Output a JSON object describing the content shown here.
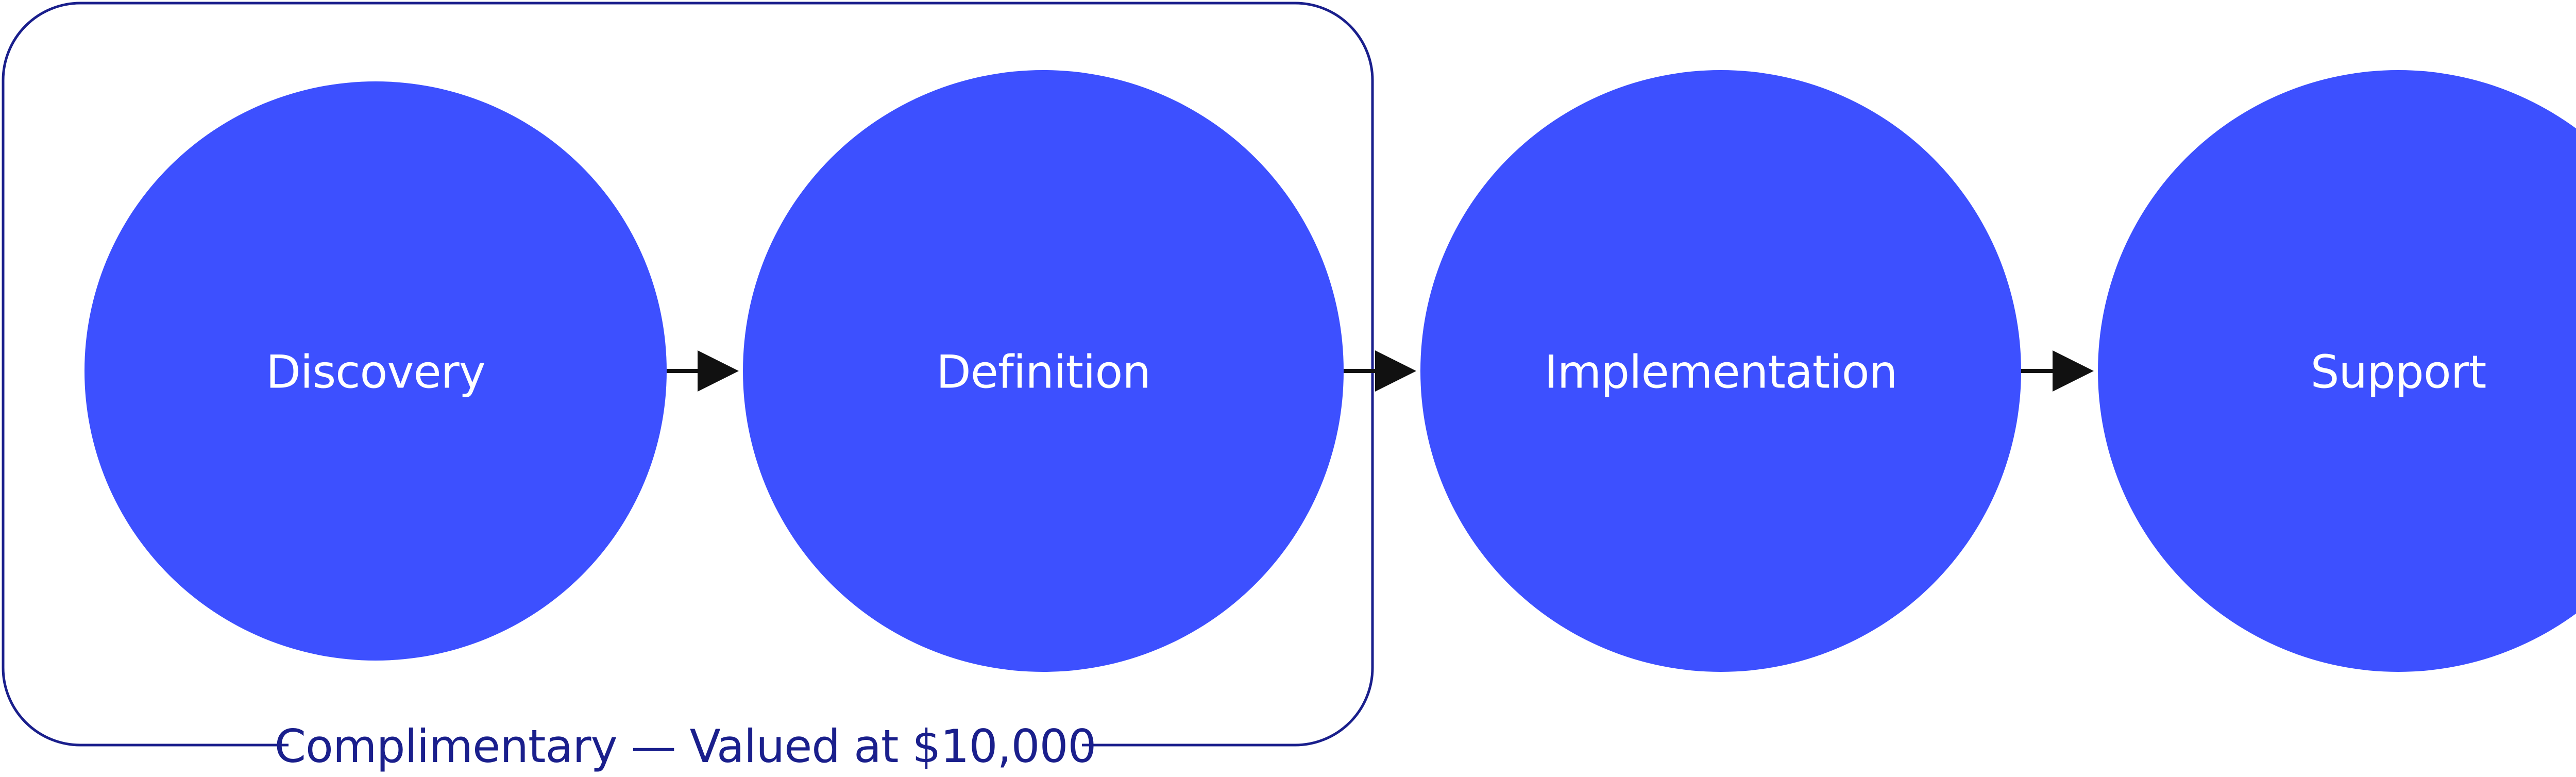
{
  "diagram": {
    "group": {
      "caption": "Complimentary — Valued at $10,000",
      "border_color": "#1a1f8c"
    },
    "node_color": "#3d50ff",
    "label_color": "#ffffff",
    "arrow_color": "#111111",
    "stages": [
      {
        "label": "Discovery"
      },
      {
        "label": "Definition"
      },
      {
        "label": "Implementation"
      },
      {
        "label": "Support"
      }
    ]
  }
}
